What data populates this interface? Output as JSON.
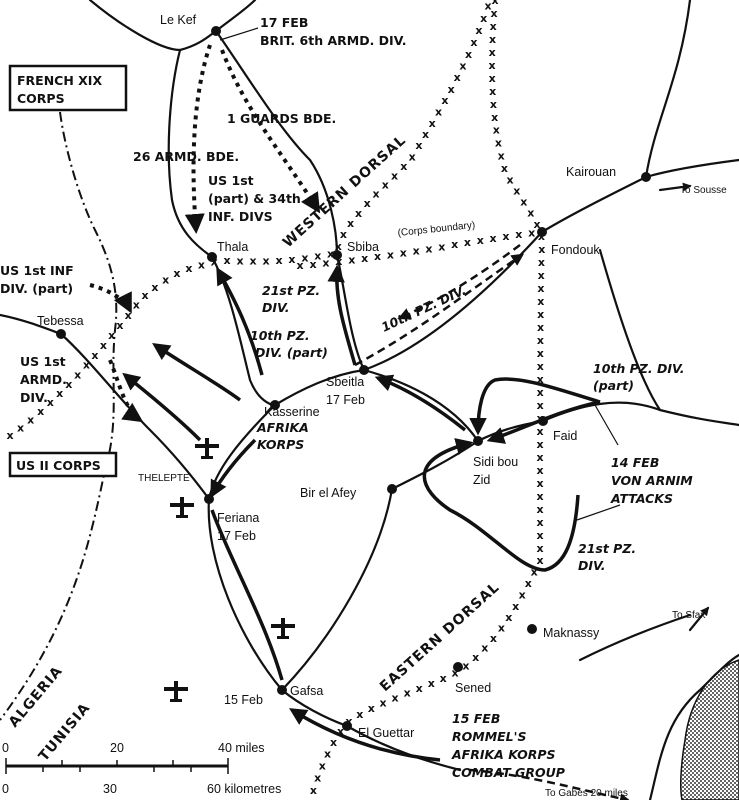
{
  "places": {
    "le_kef": "Le Kef",
    "thala": "Thala",
    "sbiba": "Sbiba",
    "kairouan": "Kairouan",
    "to_sousse": "To Sousse",
    "fondouk": "Fondouk",
    "tebessa": "Tebessa",
    "sbeitla": "Sbeitla",
    "sbeitla_date": "17 Feb",
    "kasserine": "Kasserine",
    "thelepte": "THELEPTE",
    "faid": "Faid",
    "sidi_bou_zid_1": "Sidi bou",
    "sidi_bou_zid_2": "Zid",
    "bir_el_afey": "Bir el Afey",
    "feriana": "Feriana",
    "feriana_date": "17 Feb",
    "maknassy": "Maknassy",
    "to_sfax": "To Sfax",
    "sened": "Sened",
    "gafsa": "Gafsa",
    "gafsa_date": "15 Feb",
    "el_guettar": "El Guettar",
    "to_gabes": "To Gabes 20 miles"
  },
  "regions": {
    "western_dorsal": "WESTERN DORSAL",
    "eastern_dorsal": "EASTERN DORSAL",
    "algeria": "ALGERIA",
    "tunisia": "TUNISIA",
    "corps_boundary": "(Corps boundary)"
  },
  "boxes": {
    "french_xix_1": "FRENCH XIX",
    "french_xix_2": "CORPS",
    "us_ii_corps": "US II CORPS"
  },
  "allied_units": {
    "brit_6th_1": "17 FEB",
    "brit_6th_2": "BRIT. 6th ARMD. DIV.",
    "guards": "1 GUARDS BDE.",
    "armd_26": "26 ARMD. BDE.",
    "us_inf_1": "US 1st",
    "us_inf_2": "(part) & 34th",
    "us_inf_3": "INF. DIVS",
    "us_1st_inf_1": "US 1st INF",
    "us_1st_inf_2": "DIV. (part)",
    "us_armd_1": "US 1st",
    "us_armd_2": "ARMD.",
    "us_armd_3": "DIV."
  },
  "axis_units": {
    "pz21_north_1": "21st PZ.",
    "pz21_north_2": "DIV.",
    "pz10_part_west_1": "10th PZ.",
    "pz10_part_west_2": "DIV. (part)",
    "pz10_fondouk": "10th PZ. DIV.",
    "pz10_part_east_1": "10th PZ. DIV.",
    "pz10_part_east_2": "(part)",
    "afrika_1": "AFRIKA",
    "afrika_2": "KORPS",
    "arnim_1": "14 FEB",
    "arnim_2": "VON ARNIM",
    "arnim_3": "ATTACKS",
    "pz21_south_1": "21st PZ.",
    "pz21_south_2": "DIV.",
    "rommel_1": "15 FEB",
    "rommel_2": "ROMMEL'S",
    "rommel_3": "AFRIKA KORPS",
    "rommel_4": "COMBAT GROUP"
  },
  "scale": {
    "miles": [
      "0",
      "20",
      "40 miles"
    ],
    "km": [
      "0",
      "30",
      "60 kilometres"
    ]
  },
  "icons": [
    "airfield-icon",
    "town-dot-icon",
    "arrow-icon"
  ]
}
